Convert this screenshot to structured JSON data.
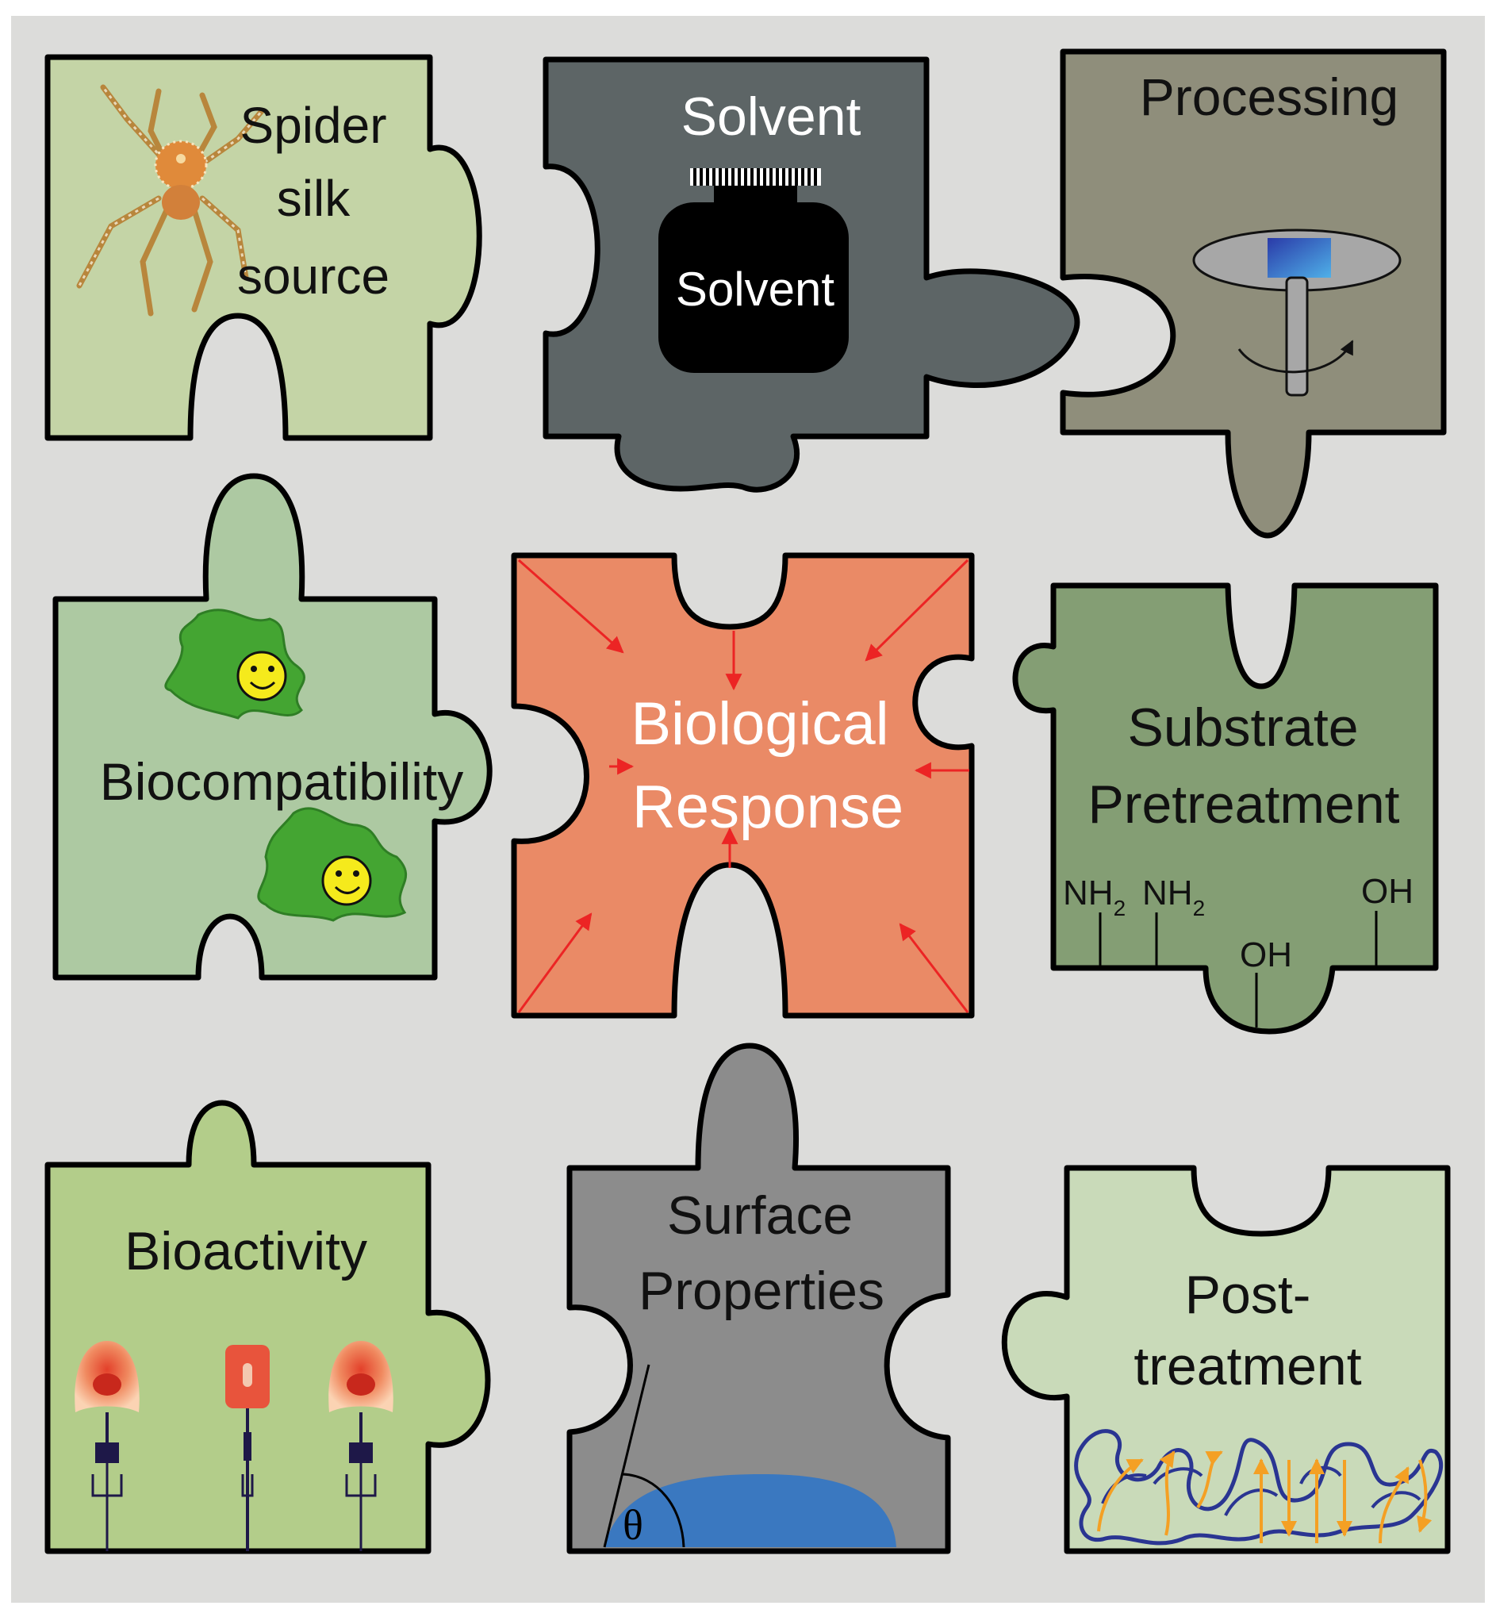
{
  "colors": {
    "background": "#dcdcda",
    "spider": "#c4d4a6",
    "solvent": "#5d6566",
    "processing": "#8f8e7b",
    "biocompatibility": "#adc9a2",
    "biological_response": "#ea8a66",
    "substrate": "#849e74",
    "bioactivity": "#b3cd8a",
    "surface": "#8c8c8c",
    "posttreatment": "#c9dab9",
    "arrow_red": "#ec2424",
    "cell_green": "#44a532",
    "smiley_yellow": "#f5ea1c",
    "drop_blue": "#3a78c0",
    "fiber_blue": "#2a3592",
    "fiber_orange": "#f4a024"
  },
  "pieces": {
    "spider": {
      "label_lines": [
        "Spider",
        "silk",
        "source"
      ],
      "icon": "spider-icon"
    },
    "solvent": {
      "label": "Solvent",
      "bottle_label": "Solvent",
      "icon": "solvent-bottle-icon"
    },
    "processing": {
      "label": "Processing",
      "icon": "spin-coater-icon"
    },
    "biocompatibility": {
      "label": "Biocompatibility",
      "icon": "smiling-cell-icon"
    },
    "biological_response": {
      "label_lines": [
        "Biological",
        "Response"
      ]
    },
    "substrate": {
      "label_lines": [
        "Substrate",
        "Pretreatment"
      ],
      "group1": "NH",
      "group1_sub": "2",
      "group2": "NH",
      "group2_sub": "2",
      "group3": "OH",
      "group4": "OH"
    },
    "bioactivity": {
      "label": "Bioactivity",
      "icon": "cell-receptor-icon"
    },
    "surface": {
      "label_lines": [
        "Surface",
        "Properties"
      ],
      "angle_symbol": "θ",
      "icon": "water-droplet-icon"
    },
    "posttreatment": {
      "label_lines": [
        "Post-",
        "treatment"
      ],
      "icon": "protein-fiber-icon"
    }
  }
}
